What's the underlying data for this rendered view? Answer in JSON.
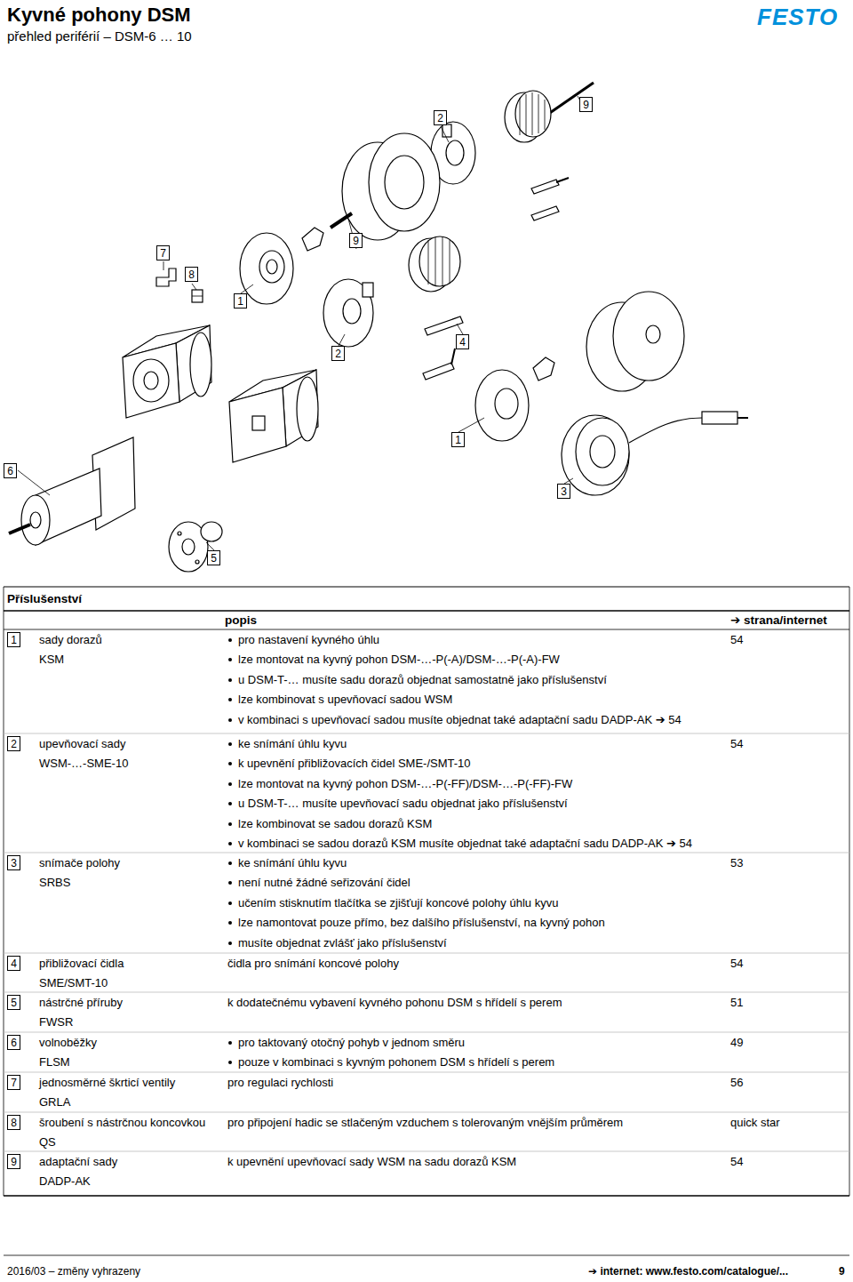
{
  "diagram": {
    "title": "Kyvné pohony DSM",
    "nodes": [
      {
        "text": [
          "2"
        ]
      },
      {
        "text": [
          "9"
        ]
      },
      {
        "text": [
          "7"
        ]
      },
      {
        "text": [
          "9"
        ]
      },
      {
        "text": [
          "8"
        ]
      },
      {
        "text": [
          "1"
        ]
      },
      {
        "text": [
          "4"
        ]
      },
      {
        "text": [
          "2"
        ]
      },
      {
        "text": [
          "1"
        ]
      },
      {
        "text": [
          "6"
        ]
      },
      {
        "text": [
          "3"
        ]
      },
      {
        "text": [
          "5"
        ]
      },
      {
        "text": [
          "1"
        ]
      },
      {
        "text": [
          "2"
        ]
      },
      {
        "text": [
          "3"
        ]
      },
      {
        "text": [
          "4"
        ]
      },
      {
        "text": [
          "5"
        ]
      },
      {
        "text": [
          "6"
        ]
      },
      {
        "text": [
          "7"
        ]
      },
      {
        "text": [
          "8"
        ]
      },
      {
        "text": [
          "9"
        ]
      }
    ],
    "labels": [
      "přehled periférií – DSM-6 … 10",
      "FESTO",
      "Příslušenství",
      "popis",
      "➔ strana/internet",
      "sady dorazů",
      "KSM",
      "pro nastavení kyvného úhlu",
      "lze montovat na kyvný pohon DSM-…-P(-A)/DSM-…-P(-A)-FW",
      "u DSM-T-… musíte sadu dorazů objednat samostatně jako příslušenství",
      "lze kombinovat s upevňovací sadou WSM",
      "v kombinaci s upevňovací sadou musíte objednat také adaptační sadu DADP-AK ➔ 54",
      "54",
      "upevňovací sady",
      "WSM-…-SME-10",
      "ke snímání úhlu kyvu",
      "k upevnění přibližovacích čidel SME-/SMT-10",
      "lze montovat na kyvný pohon DSM-…-P(-FF)/DSM-…-P(-FF)-FW",
      "u DSM-T-… musíte upevňovací sadu objednat jako příslušenství",
      "lze kombinovat se sadou dorazů KSM",
      "v kombinaci se sadou dorazů KSM musíte objednat také adaptační sadu DADP-AK ➔ 54",
      "54",
      "snímače polohy",
      "SRBS",
      "ke snímání úhlu kyvu",
      "není nutné žádné seřizování čidel",
      "učením stisknutím tlačítka se zjišťují koncové polohy úhlu kyvu",
      "lze namontovat pouze přímo, bez dalšího příslušenství, na kyvný pohon",
      "musíte objednat zvlášť jako příslušenství",
      "53",
      "přibližovací čidla",
      "SME/SMT-10",
      "čidla pro snímání koncové polohy",
      "54",
      "nástrčné příruby",
      "FWSR",
      "k dodatečnému vybavení kyvného pohonu DSM s hřídelí s perem",
      "51",
      "volnoběžky",
      "FLSM",
      "pro taktovaný otočný pohyb v jednom směru",
      "pouze v kombinaci s kyvným pohonem DSM s hřídelí s perem",
      "49",
      "jednosměrné škrticí ventily",
      "GRLA",
      "pro regulaci rychlosti",
      "56",
      "šroubení s nástrčnou koncovkou",
      "QS",
      "pro připojení hadic se stlačeným vzduchem s tolerovaným vnějším průměrem",
      "quick star",
      "adaptační sady",
      "DADP-AK",
      "k upevnění upevňovací sady WSM na sadu dorazů KSM",
      "54",
      "2016/03 – změny vyhrazeny",
      "➔ internet: www.festo.com/catalogue/...",
      "9"
    ]
  }
}
